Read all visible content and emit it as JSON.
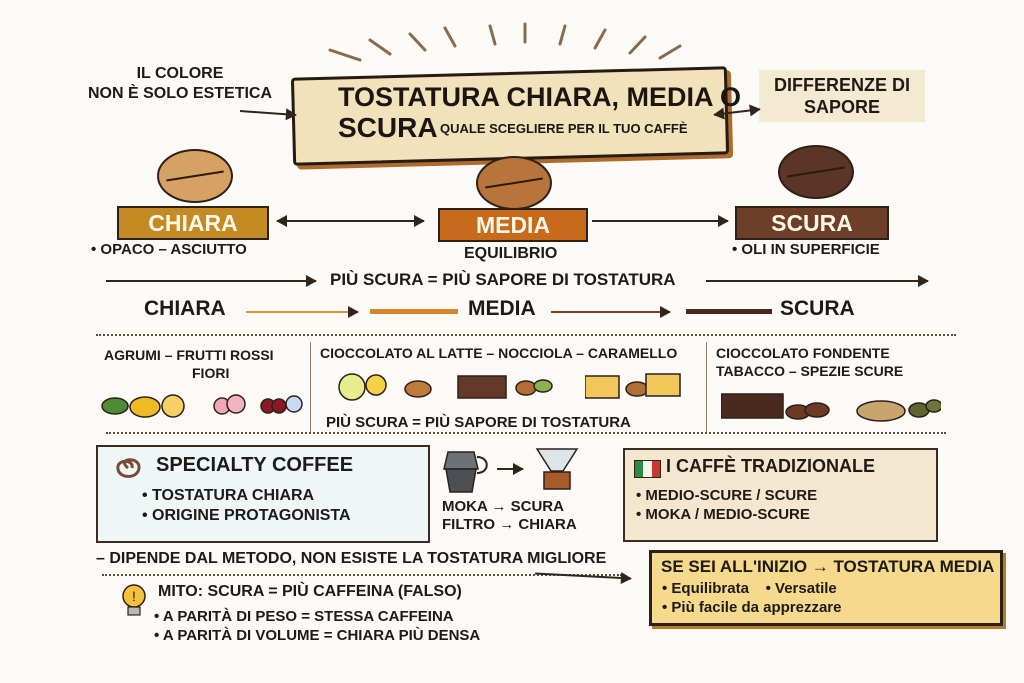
{
  "title": {
    "line1": "TOSTATURA CHIARA, MEDIA O",
    "line2": "SCURA",
    "subtitle": "QUALE SCEGLIERE PER IL TUO CAFFÈ"
  },
  "callouts": {
    "left_line1": "IL COLORE",
    "left_line2": "NON È SOLO ESTETICA",
    "right_line1": "DIFFERENZE DI",
    "right_line2": "SAPORE"
  },
  "roasts": [
    {
      "label": "CHIARA",
      "note": "OPACO – ASCIUTTO",
      "color": "#c48a24"
    },
    {
      "label": "MEDIA",
      "note": "EQUILIBRIO",
      "color": "#c86a1b"
    },
    {
      "label": "SCURA",
      "note": "OLI IN SUPERFICIE",
      "color": "#6d3f28"
    }
  ],
  "scale": {
    "top_text": "PIÙ SCURA = PIÙ SAPORE DI TOSTATURA",
    "left": "CHIARA",
    "middle": "MEDIA",
    "right": "SCURA",
    "bottom_text": "PIÙ SCURA = PIÙ SAPORE DI TOSTATURA"
  },
  "flavors": {
    "chiara": [
      "AGRUMI – FRUTTI ROSSI",
      "FIORI"
    ],
    "media": [
      "CIOCCOLATO AL LATTE – NOCCIOLA – CARAMELLO"
    ],
    "scura": [
      "CIOCCOLATO FONDENTE",
      "TABACCO – SPEZIE SCURE"
    ]
  },
  "specialty": {
    "title": "SPECIALTY COFFEE",
    "items": [
      "TOSTATURA CHIARA",
      "ORIGINE PROTAGONISTA"
    ]
  },
  "method": {
    "moka": "MOKA",
    "moka_result": "SCURA",
    "filtro": "FILTRO",
    "filtro_result": "CHIARA"
  },
  "traditional": {
    "title": "I CAFFÈ TRADIZIONALE",
    "items": [
      "MEDIO-SCURE / SCURE",
      "MOKA / MEDIO-SCURE"
    ]
  },
  "method_note": "DIPENDE DAL METODO, NON ESISTE LA TOSTATURA MIGLIORE",
  "myth": {
    "title": "MITO: SCURA = PIÙ CAFFEINA (FALSO)",
    "items": [
      "A PARITÀ DI PESO = STESSA CAFFEINA",
      "A PARITÀ DI VOLUME = CHIARA PIÙ DENSA"
    ]
  },
  "beginner": {
    "title": "SE SEI ALL'INIZIO → TOSTATURA MEDIA",
    "items": [
      "Equilibrata",
      "Versatile",
      "Più facile da apprezzare"
    ]
  }
}
